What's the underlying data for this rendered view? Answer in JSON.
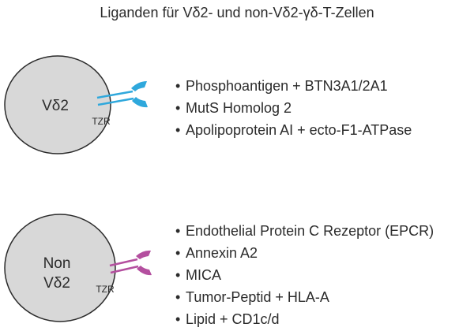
{
  "title": "Liganden für Vδ2- und non-Vδ2-γδ-T-Zellen",
  "colors": {
    "cell_fill": "#d8d8d8",
    "cell_stroke": "#2b2b2b",
    "vd2_receptor": "#2fa8dc",
    "nonvd2_receptor": "#b44f9f",
    "text": "#2b2b2b"
  },
  "cells": [
    {
      "label_lines": [
        "Vδ2"
      ],
      "receptor_label": "TZR",
      "ligands": [
        "Phosphoantigen + BTN3A1/2A1",
        "MutS Homolog 2",
        "Apolipoprotein AI + ecto-F1-ATPase"
      ]
    },
    {
      "label_lines": [
        "Non",
        "Vδ2"
      ],
      "receptor_label": "TZR",
      "ligands": [
        "Endothelial Protein C Rezeptor (EPCR)",
        "Annexin A2",
        "MICA",
        "Tumor-Peptid + HLA-A",
        "Lipid + CD1c/d"
      ]
    }
  ]
}
